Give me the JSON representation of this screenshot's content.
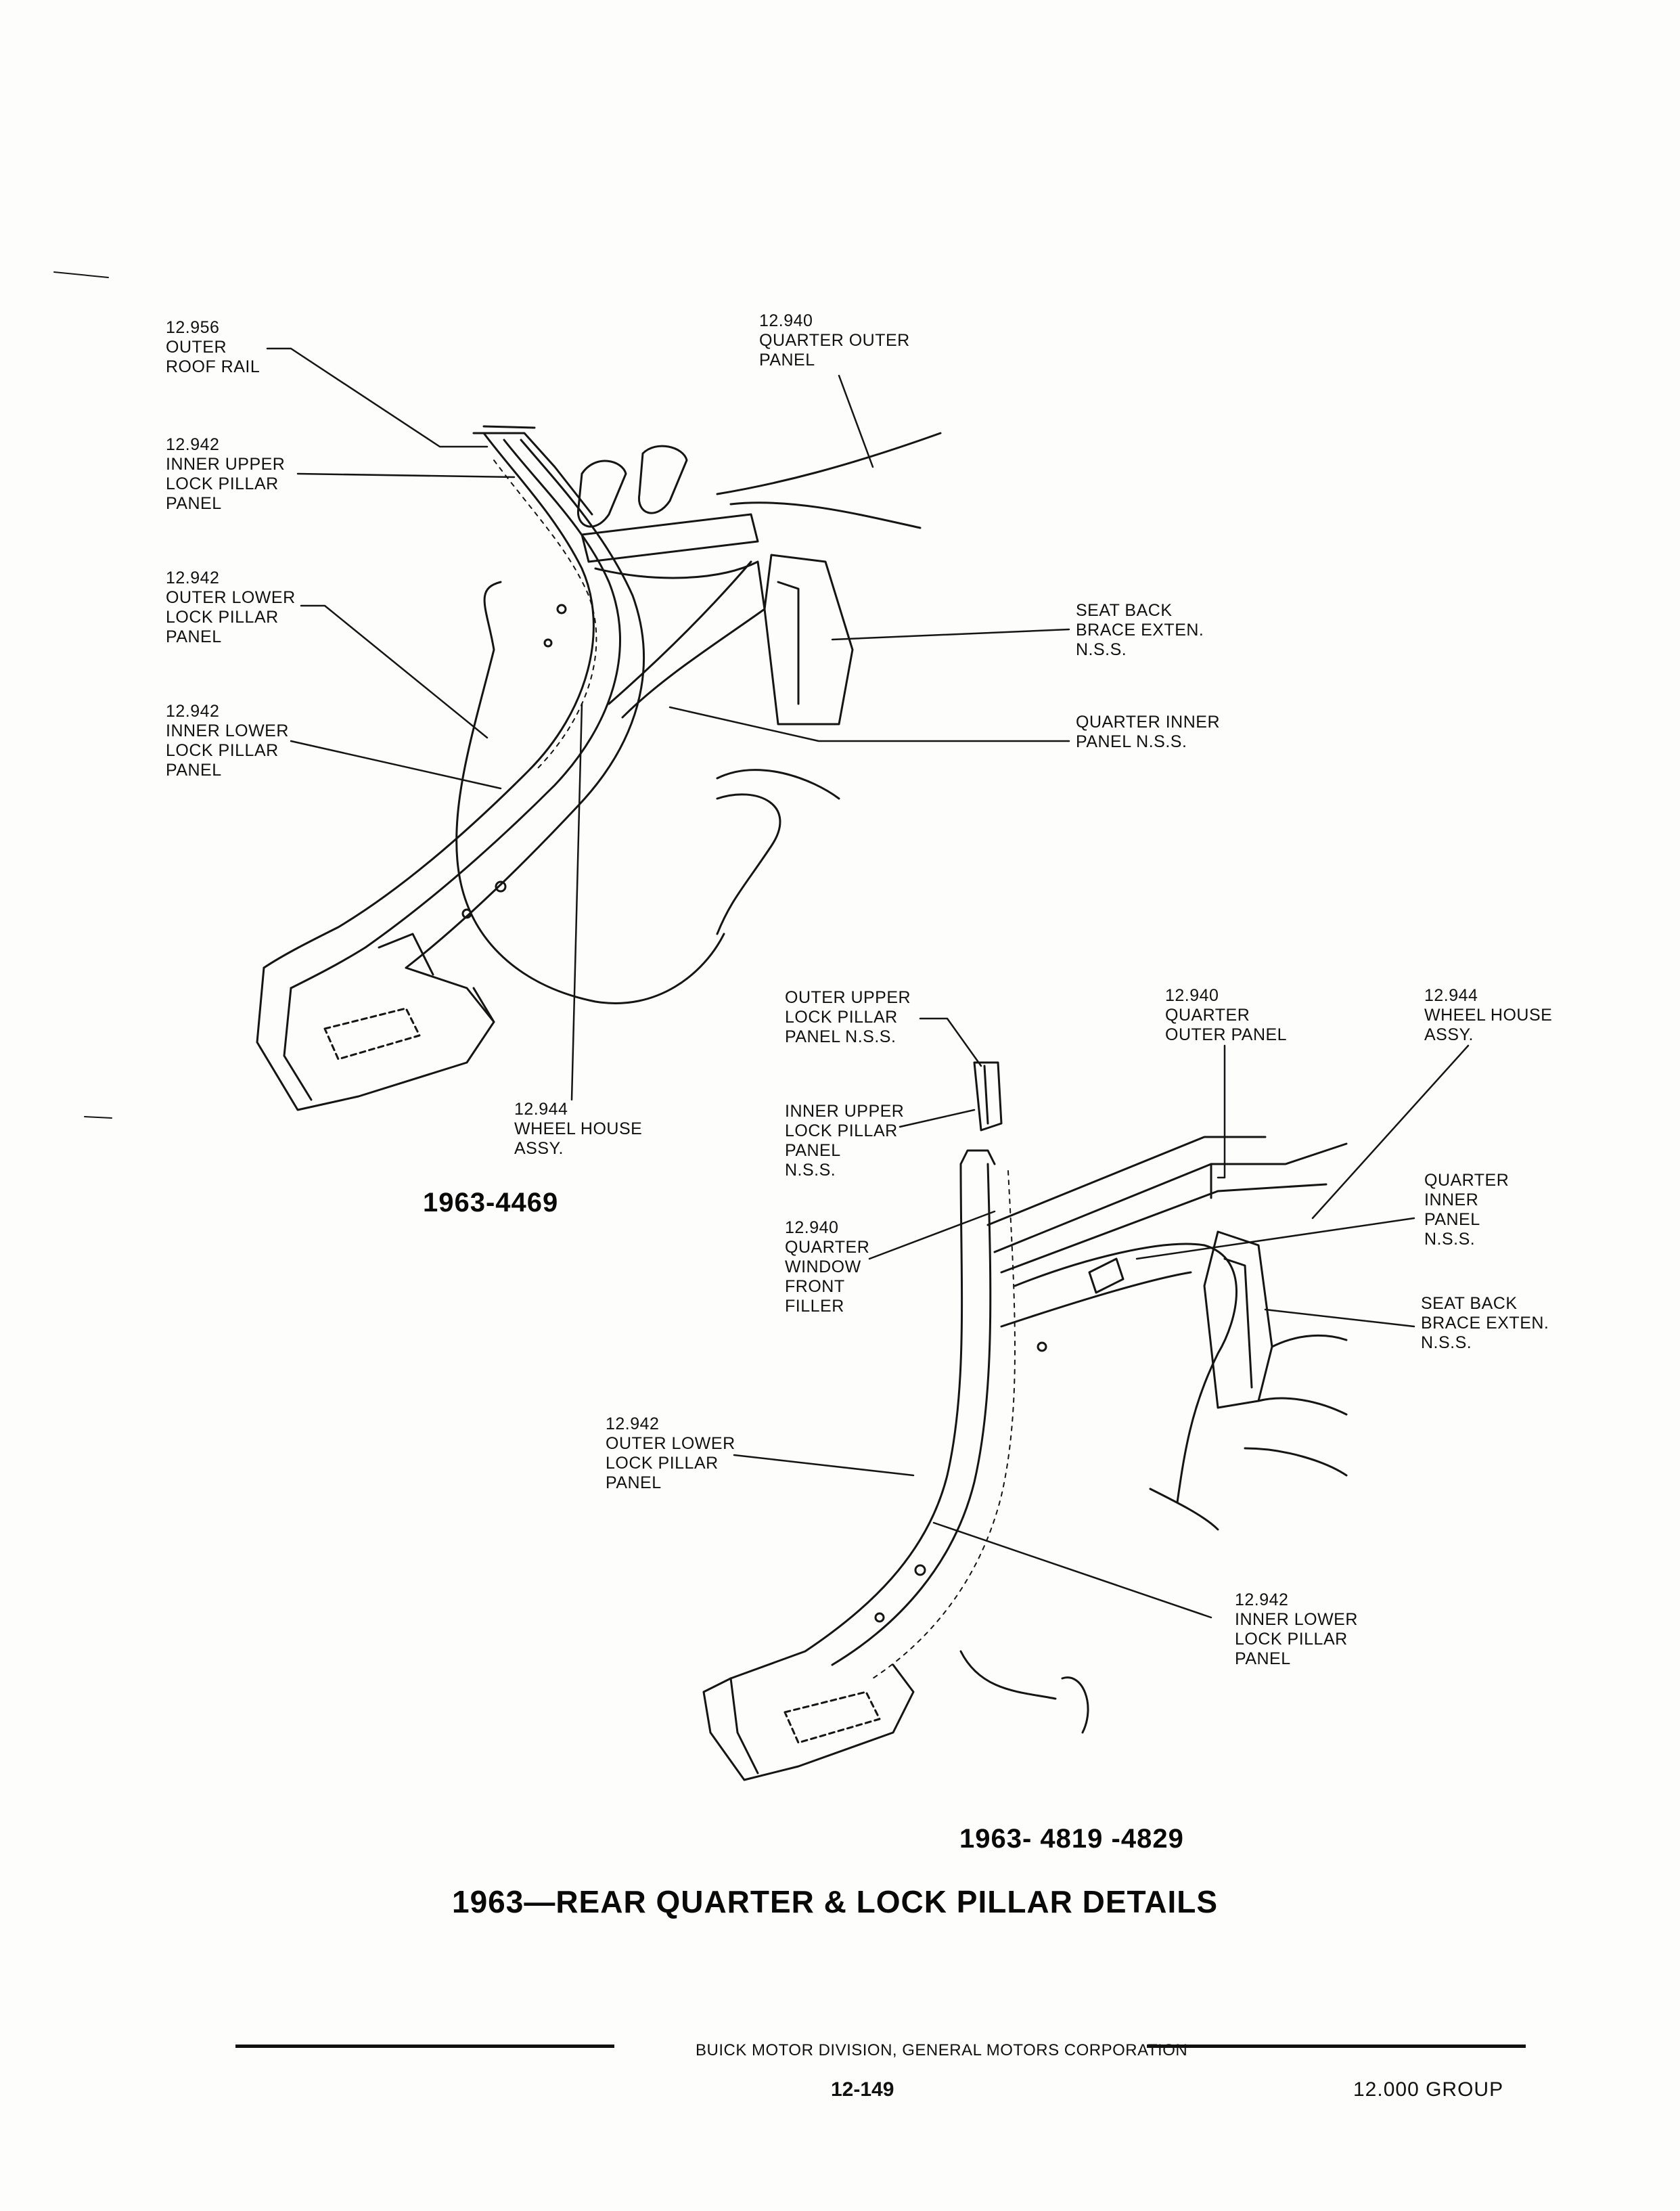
{
  "callouts": {
    "outer_roof_rail": [
      "12.956",
      "OUTER",
      "ROOF RAIL"
    ],
    "quarter_outer_panel_top": [
      "12.940",
      "QUARTER OUTER",
      "PANEL"
    ],
    "inner_upper_lock_pillar_a": [
      "12.942",
      "INNER UPPER",
      "LOCK PILLAR",
      "PANEL"
    ],
    "outer_lower_lock_pillar_a": [
      "12.942",
      "OUTER LOWER",
      "LOCK PILLAR",
      "PANEL"
    ],
    "inner_lower_lock_pillar_a": [
      "12.942",
      "INNER LOWER",
      "LOCK PILLAR",
      "PANEL"
    ],
    "seat_back_brace_a": [
      "SEAT BACK",
      "BRACE EXTEN.",
      "N.S.S."
    ],
    "quarter_inner_panel_a": [
      "QUARTER INNER",
      "PANEL N.S.S."
    ],
    "wheel_house_a": [
      "12.944",
      "WHEEL HOUSE",
      "ASSY."
    ],
    "outer_upper_lock_pillar_b": [
      "OUTER UPPER",
      "LOCK PILLAR",
      "PANEL N.S.S."
    ],
    "quarter_outer_panel_b": [
      "12.940",
      "QUARTER",
      "OUTER PANEL"
    ],
    "wheel_house_b": [
      "12.944",
      "WHEEL HOUSE",
      "ASSY."
    ],
    "inner_upper_lock_pillar_b": [
      "INNER UPPER",
      "LOCK PILLAR",
      "PANEL",
      "N.S.S."
    ],
    "quarter_inner_panel_b": [
      "QUARTER",
      "INNER",
      "PANEL",
      "N.S.S."
    ],
    "quarter_window_filler": [
      "12.940",
      "QUARTER",
      "WINDOW",
      "FRONT",
      "FILLER"
    ],
    "seat_back_brace_b": [
      "SEAT BACK",
      "BRACE EXTEN.",
      "N.S.S."
    ],
    "outer_lower_lock_pillar_b": [
      "12.942",
      "OUTER LOWER",
      "LOCK PILLAR",
      "PANEL"
    ],
    "inner_lower_lock_pillar_b": [
      "12.942",
      "INNER LOWER",
      "LOCK PILLAR",
      "PANEL"
    ]
  },
  "figure_ids": {
    "upper": "1963-4469",
    "lower": "1963- 4819 -4829"
  },
  "title": "1963—REAR QUARTER & LOCK PILLAR DETAILS",
  "footer": {
    "publisher": "BUICK MOTOR DIVISION, GENERAL MOTORS CORPORATION",
    "page_number": "12-149",
    "group": "12.000 GROUP"
  }
}
